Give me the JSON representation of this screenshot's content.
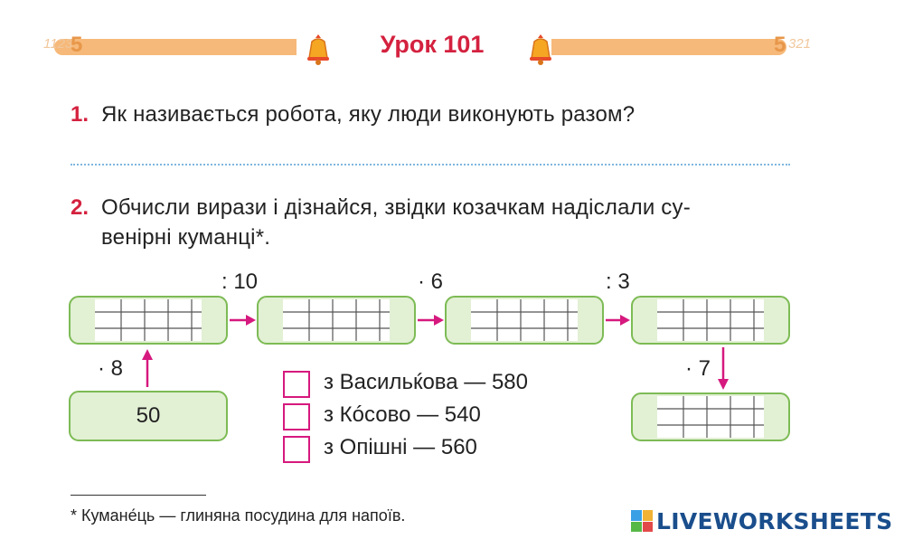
{
  "header": {
    "lesson_title": "Урок 101",
    "corner_left_small": "1123",
    "corner_left_big": "5",
    "corner_right_big": "5",
    "corner_right_small": "321",
    "band_color": "#f6b97a",
    "title_color": "#d4213f"
  },
  "task1": {
    "number": "1.",
    "text": "Як називається робота, яку люди виконують разом?"
  },
  "task2": {
    "number": "2.",
    "text_line1": "Обчисли вирази і дізнайся, звідки козачкам надіслали су-",
    "text_line2": "венірні куманці*."
  },
  "flow": {
    "start_value": "50",
    "op_up": "· 8",
    "op_1": ": 10",
    "op_2": "· 6",
    "op_3": ": 3",
    "op_down": "· 7",
    "box_fill": "#e2f0d4",
    "box_border": "#7dbb55",
    "arrow_color": "#d6197e"
  },
  "options": [
    {
      "label": "з Васильќова — 580"
    },
    {
      "label": "з Кóсово — 540"
    },
    {
      "label": "з Опішні — 560"
    }
  ],
  "footnote": {
    "text": "*  Кумане́ць — глиняна посудина для напоїв."
  },
  "brand": {
    "text": "LIVEWORKSHEETS",
    "logo_colors": [
      "#3aa0e6",
      "#f2b233",
      "#56b947",
      "#e24a4a"
    ]
  }
}
